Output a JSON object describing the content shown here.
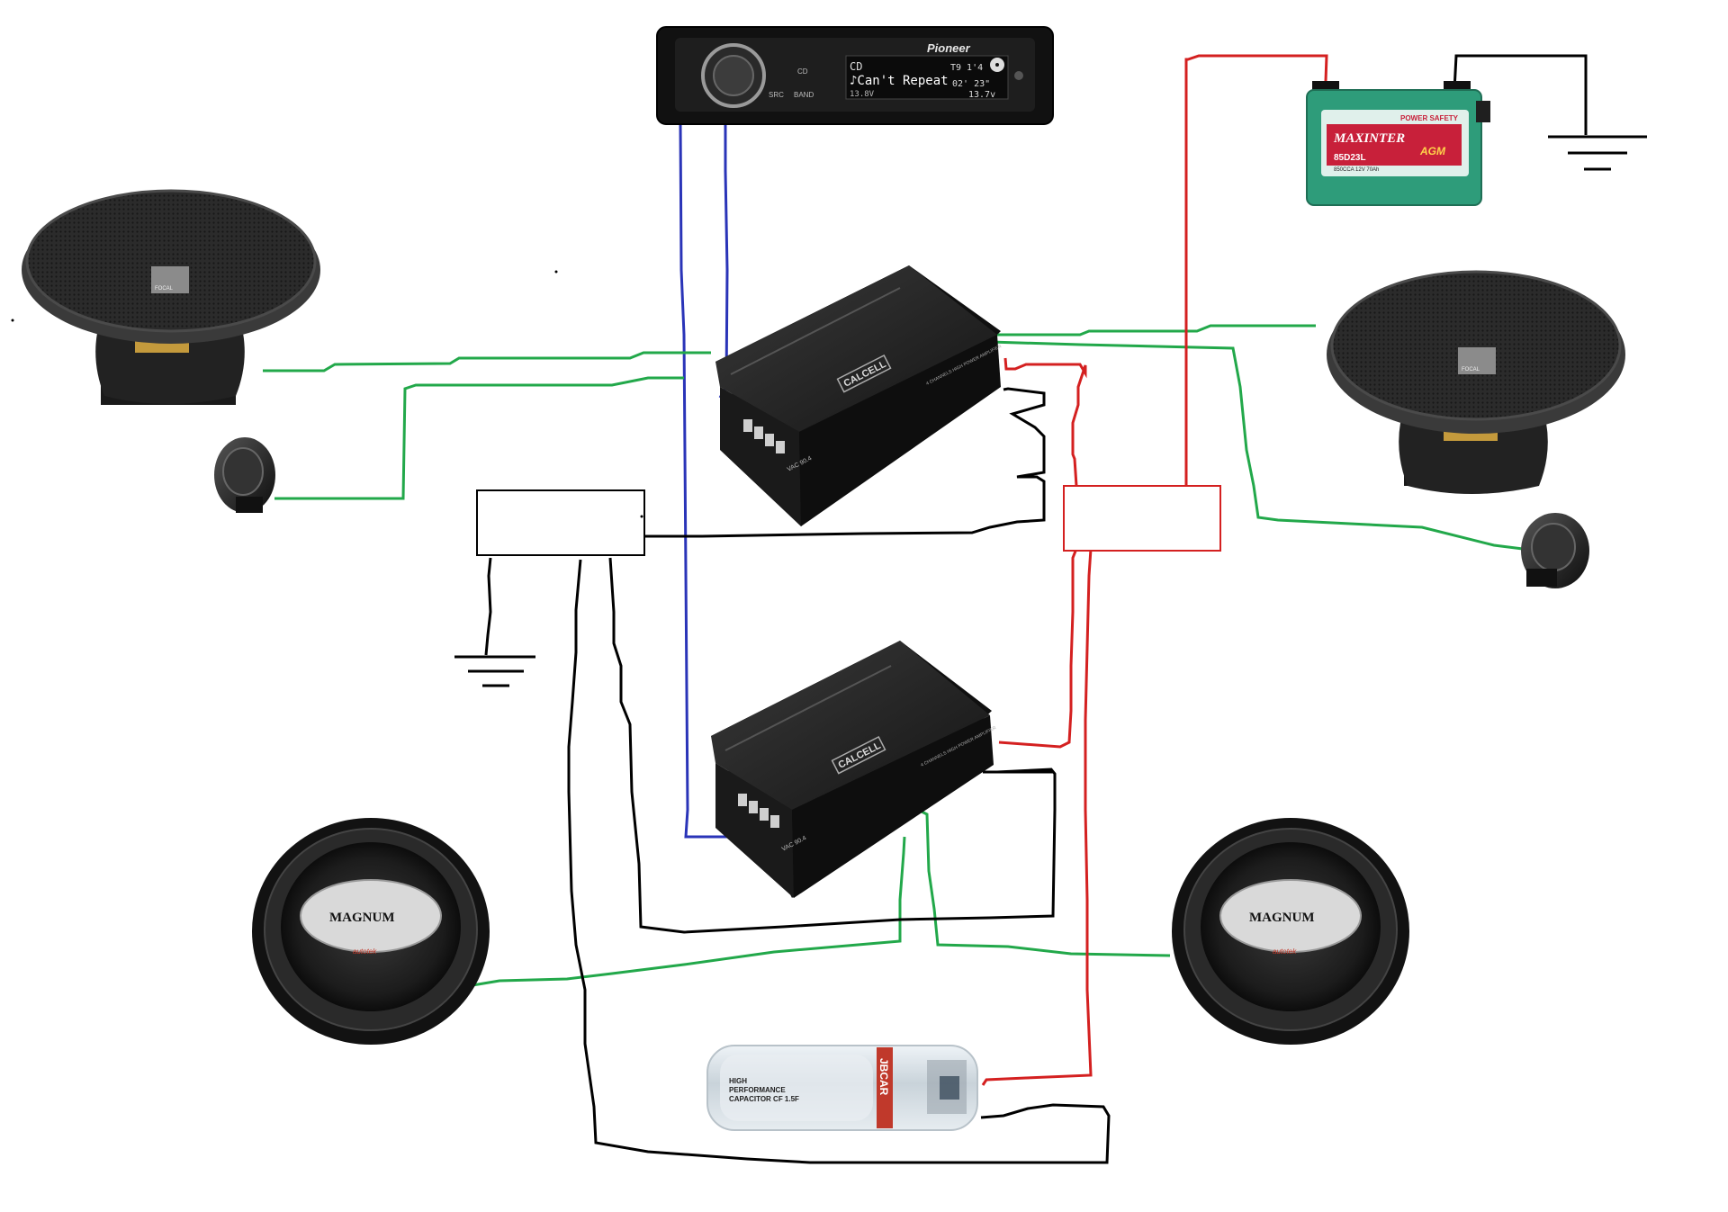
{
  "colors": {
    "signal_rca": "#2a34b8",
    "speaker_wire": "#22a84a",
    "power_positive": "#d42020",
    "ground_remote": "#000000",
    "battery_body": "#2e9c7a",
    "battery_label": "#c8203a"
  },
  "head_unit": {
    "brand": "Pioneer",
    "display_source": "CD",
    "display_track": "♪Can't Repeat",
    "display_track_no": "T9  1'4",
    "display_time": "02' 23\"",
    "display_volt": "13.7v",
    "display_left": "13.8V",
    "button_src": "SRC",
    "button_band": "BAND",
    "button_cd": "CD"
  },
  "battery": {
    "brand": "MAXINTER",
    "type": "AGM",
    "model": "85D23L",
    "tag": "POWER SAFETY",
    "spec": "850CCA 12V 70Ah"
  },
  "amplifier_top": {
    "brand": "CALCELL",
    "model": "VAC 90.4",
    "caption": "4 CHANNELS HIGH POWER AMPLIFIER"
  },
  "amplifier_bottom": {
    "brand": "CALCELL",
    "model": "VAC 90.4",
    "caption": "4 CHANNELS HIGH POWER AMPLIFIER"
  },
  "subwoofer_left": {
    "brand": "MAGNUM",
    "maker": "autotek"
  },
  "subwoofer_right": {
    "brand": "MAGNUM",
    "maker": "autotek"
  },
  "capacitor": {
    "brand": "JBCAR",
    "line1": "HIGH",
    "line2": "PERFORMANCE",
    "line3": "CAPACITOR CF 1.5F"
  },
  "speaker_logo": "FOCAL"
}
